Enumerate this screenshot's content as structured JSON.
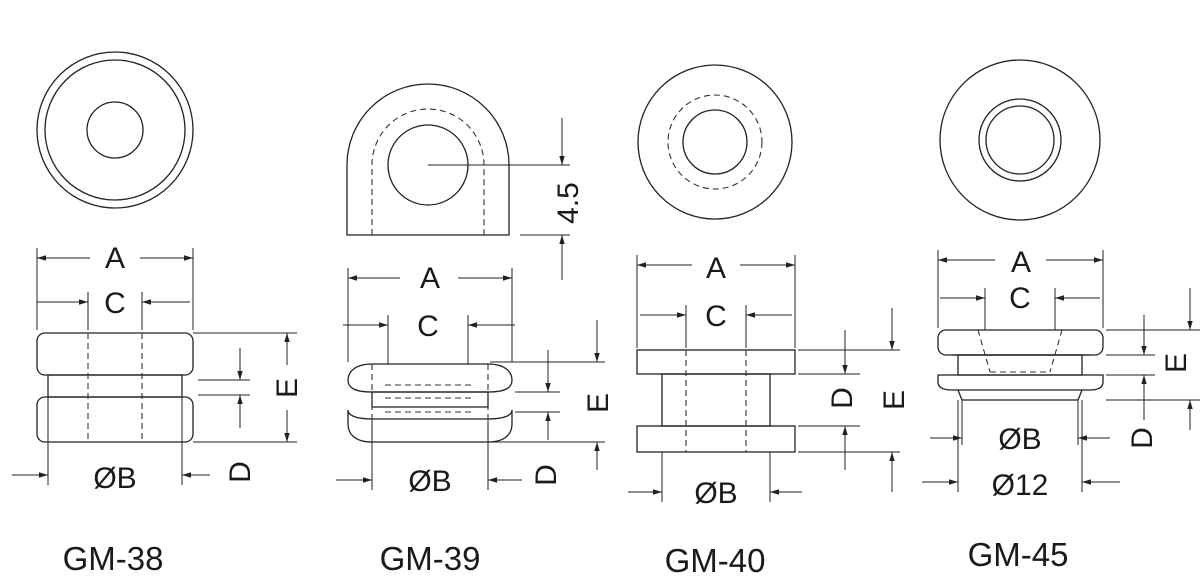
{
  "labels": {
    "A": "A",
    "C": "C",
    "D": "D",
    "E": "E",
    "B": "ØB",
    "dia12": "Ø12",
    "dim45": "4.5"
  },
  "parts": [
    {
      "id": "gm38",
      "title": "GM-38"
    },
    {
      "id": "gm39",
      "title": "GM-39"
    },
    {
      "id": "gm40",
      "title": "GM-40"
    },
    {
      "id": "gm45",
      "title": "GM-45"
    }
  ],
  "colors": {
    "line": "#222222",
    "background": "#ffffff"
  }
}
